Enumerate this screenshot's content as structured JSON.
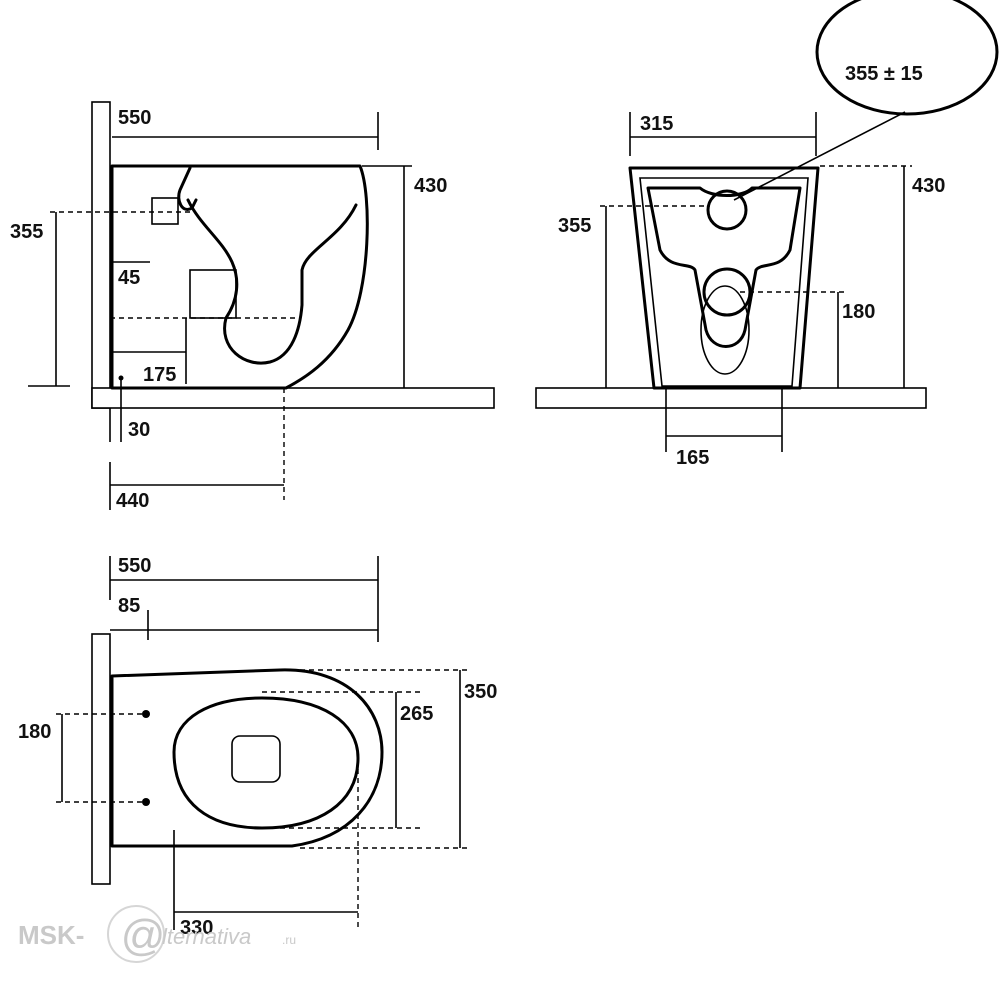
{
  "side_view": {
    "width_top": "550",
    "height_total": "430",
    "outlet_height": "355",
    "outlet_size": "45",
    "inlet_offset": "175",
    "floor_offset": "30",
    "depth_to_outlet": "440"
  },
  "front_view": {
    "callout": "355 ± 15",
    "width_top": "315",
    "height_total": "430",
    "outlet_height": "355",
    "pan_height": "180",
    "base_width": "165"
  },
  "top_view": {
    "length_total": "550",
    "wall_offset": "85",
    "bolt_spacing": "180",
    "seat_width": "265",
    "width_total": "350",
    "front_length": "330"
  },
  "watermark": {
    "prefix": "MSK-",
    "at_sign": "@",
    "suffix": "lternativa",
    "tld": ".ru"
  }
}
